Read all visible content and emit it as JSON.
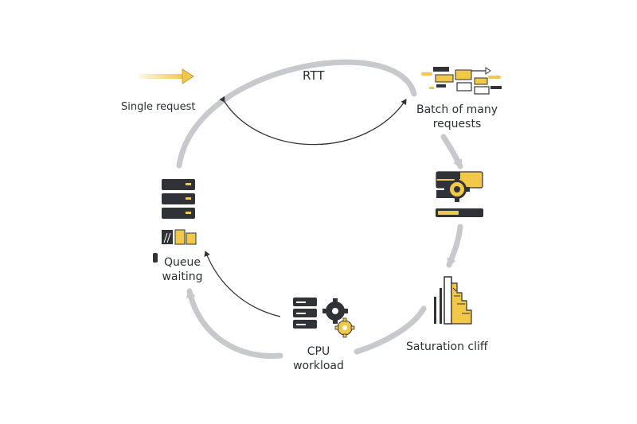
{
  "diagram": {
    "labels": {
      "rtt": "RTT",
      "single_request": "Single request",
      "batch": [
        "Batch of many",
        "requests"
      ],
      "queue": [
        "Queue",
        "waiting"
      ],
      "cpu": [
        "CPU",
        "workload"
      ],
      "saturation": "Saturation cliff"
    },
    "icons": [
      "single-request-arrow-icon",
      "request-batch-blocks-icon",
      "server-gear-icon",
      "saturation-bars-icon",
      "server-stack-gears-icon",
      "server-rack-queue-icon"
    ],
    "colors": {
      "accent": "#f2c84b",
      "dark": "#2f3236",
      "cycle_gray": "#c7c9cc",
      "text": "#2b2e33"
    }
  }
}
